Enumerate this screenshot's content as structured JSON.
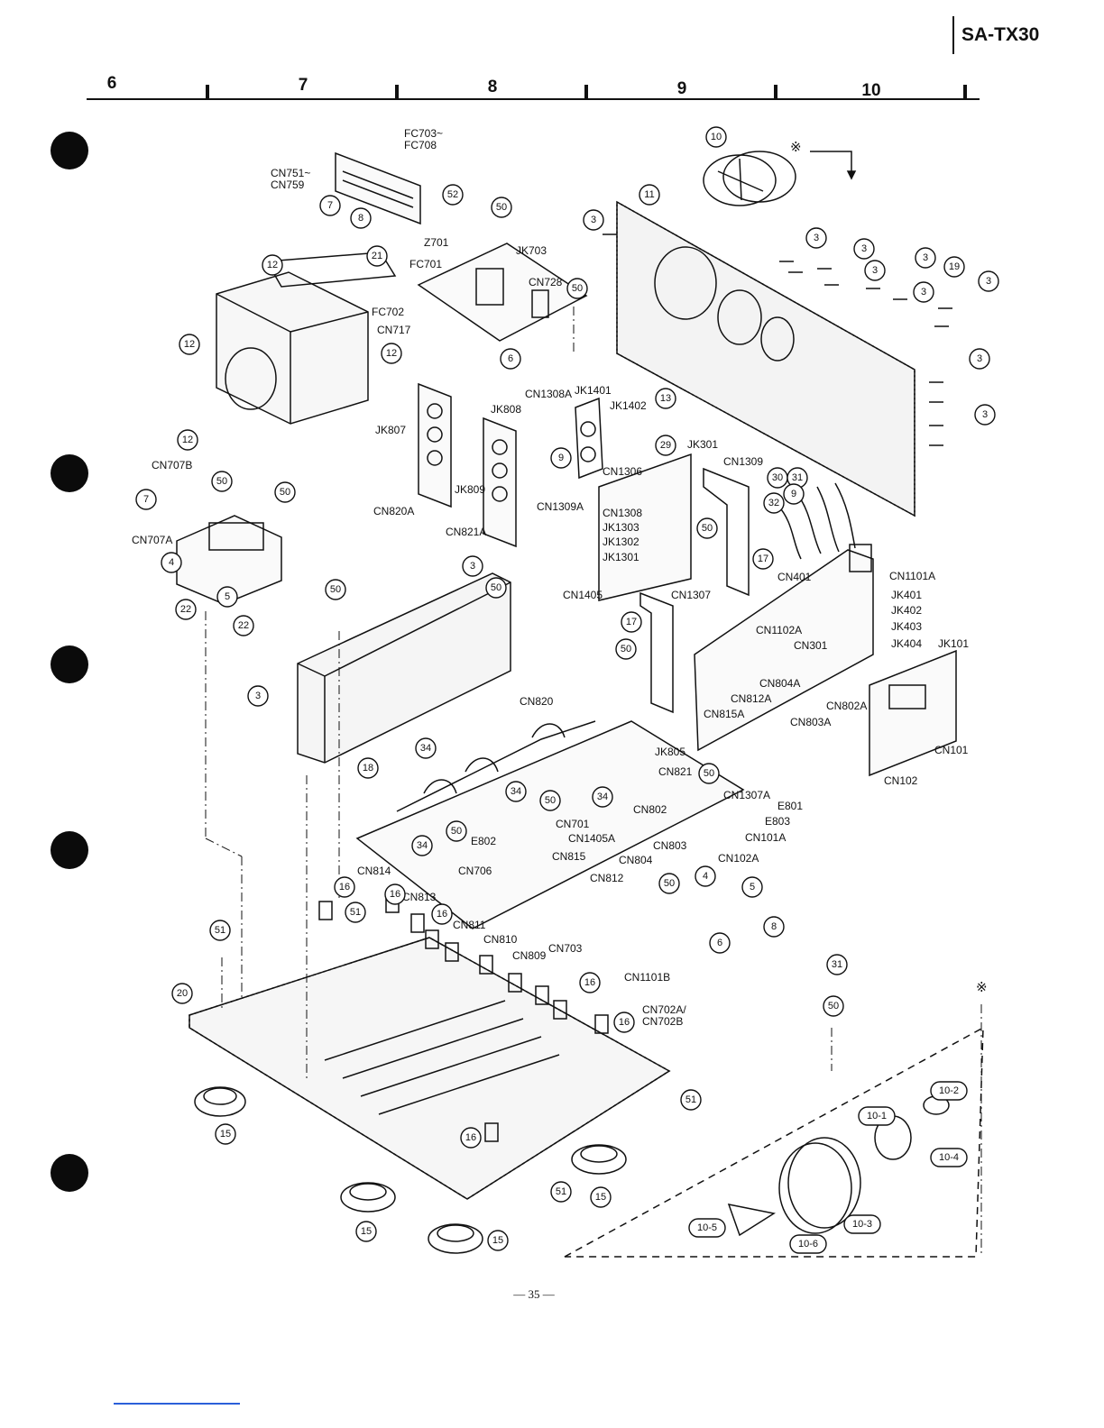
{
  "header": {
    "model": "SA-TX30",
    "grid_columns": [
      "6",
      "7",
      "8",
      "9",
      "10"
    ]
  },
  "footer": {
    "page_number": "— 35 —"
  },
  "colors": {
    "ink": "#111111",
    "background": "#ffffff",
    "binding_dots": "#0b0b0b",
    "footer_line": "#2b5fd9"
  },
  "labels": {
    "fc703_fc708": "FC703~\nFC708",
    "cn751_cn759": "CN751~\nCN759",
    "z701": "Z701",
    "fc701": "FC701",
    "fc702": "FC702",
    "cn717": "CN717",
    "jk703": "JK703",
    "cn728": "CN728",
    "jk807": "JK807",
    "jk808": "JK808",
    "jk809": "JK809",
    "cn820a": "CN820A",
    "cn821a": "CN821A",
    "cn1308a": "CN1308A",
    "jk1401": "JK1401",
    "jk1402": "JK1402",
    "cn1306": "CN1306",
    "cn1309a": "CN1309A",
    "jk301": "JK301",
    "cn1309": "CN1309",
    "cn1308": "CN1308",
    "jk1303": "JK1303",
    "jk1302": "JK1302",
    "jk1301": "JK1301",
    "cn1405": "CN1405",
    "cn1307": "CN1307",
    "cn707b": "CN707B",
    "cn707a": "CN707A",
    "cn401": "CN401",
    "cn1101a": "CN1101A",
    "jk401": "JK401",
    "jk402": "JK402",
    "jk403": "JK403",
    "jk404": "JK404",
    "cn1102a": "CN1102A",
    "cn301": "CN301",
    "jk101": "JK101",
    "cn804a": "CN804A",
    "cn812a": "CN812A",
    "cn815a": "CN815A",
    "cn802a": "CN802A",
    "cn803a": "CN803A",
    "cn101": "CN101",
    "cn102": "CN102",
    "cn820": "CN820",
    "jk805": "JK805",
    "cn821": "CN821",
    "cn1307a": "CN1307A",
    "e801": "E801",
    "e803": "E803",
    "cn101a": "CN101A",
    "cn802": "CN802",
    "cn701": "CN701",
    "cn1405a": "CN1405A",
    "cn803": "CN803",
    "e802": "E802",
    "cn815": "CN815",
    "cn804": "CN804",
    "cn102a": "CN102A",
    "cn814": "CN814",
    "cn706": "CN706",
    "cn812": "CN812",
    "cn813": "CN813",
    "cn811": "CN811",
    "cn810": "CN810",
    "cn809": "CN809",
    "cn703": "CN703",
    "cn1101b": "CN1101B",
    "cn702": "CN702A/\nCN702B",
    "ref_mark": "※"
  },
  "part_numbers": {
    "p3": "3",
    "p4": "4",
    "p5": "5",
    "p6": "6",
    "p7": "7",
    "p8": "8",
    "p9": "9",
    "p10": "10",
    "p11": "11",
    "p12": "12",
    "p13": "13",
    "p15": "15",
    "p16": "16",
    "p17": "17",
    "p18": "18",
    "p19": "19",
    "p20": "20",
    "p21": "21",
    "p22": "22",
    "p29": "29",
    "p30": "30",
    "p31": "31",
    "p32": "32",
    "p34": "34",
    "p50": "50",
    "p51": "51",
    "p52": "52",
    "p10_1": "10-1",
    "p10_2": "10-2",
    "p10_3": "10-3",
    "p10_4": "10-4",
    "p10_5": "10-5",
    "p10_6": "10-6"
  }
}
